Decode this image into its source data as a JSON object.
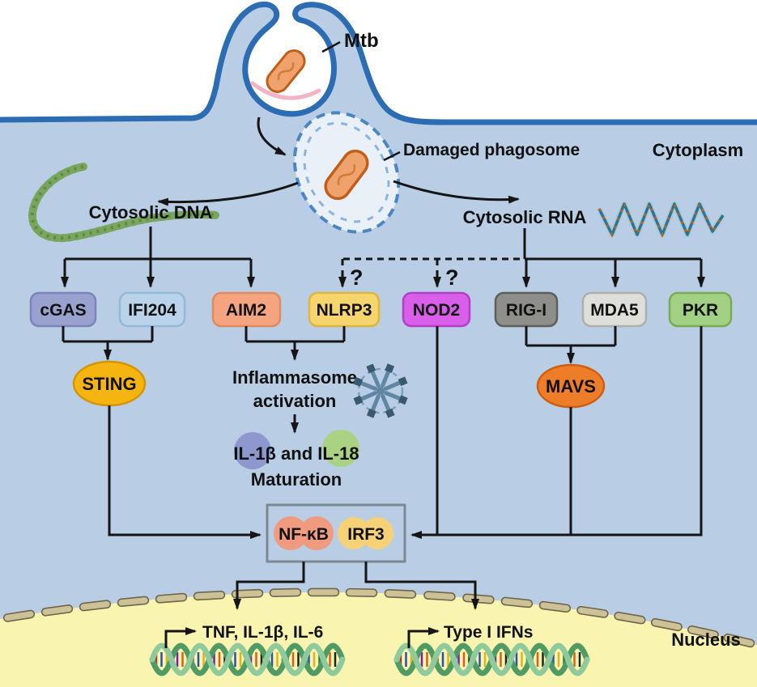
{
  "labels": {
    "mtb": "Mtb",
    "damaged_phagosome": "Damaged phagosome",
    "cytoplasm": "Cytoplasm",
    "cytosolic_dna": "Cytosolic DNA",
    "cytosolic_rna": "Cytosolic RNA",
    "nucleus": "Nucleus"
  },
  "sensors": [
    {
      "label": "cGAS",
      "fill": "#99a2ce",
      "border": "#7b84ba"
    },
    {
      "label": "IFI204",
      "fill": "#b9d4ea",
      "border": "#93b9d9"
    },
    {
      "label": "AIM2",
      "fill": "#f4a47f",
      "border": "#e08a60"
    },
    {
      "label": "NLRP3",
      "fill": "#f6d46e",
      "border": "#ddb63e"
    },
    {
      "label": "NOD2",
      "fill": "#d95ee9",
      "border": "#b53ec9"
    },
    {
      "label": "RIG-I",
      "fill": "#8e8e8a",
      "border": "#5e5e5a"
    },
    {
      "label": "MDA5",
      "fill": "#dededa",
      "border": "#b0b0a8"
    },
    {
      "label": "PKR",
      "fill": "#a3d183",
      "border": "#77ad55"
    }
  ],
  "adaptors": {
    "sting": "STING",
    "mavs": "MAVS"
  },
  "inflammasome": {
    "line1": "Inflammasome",
    "line2": "activation",
    "cytokines": "IL-1β and IL-18",
    "maturation": "Maturation"
  },
  "uncertain": {
    "symbol": "?"
  },
  "transcription_factors": {
    "nfkb": "NF-κB",
    "irf3": "IRF3"
  },
  "outputs": {
    "inflammatory": "TNF, IL-1β, IL-6",
    "interferon": "Type I IFNs"
  },
  "colors": {
    "cytoplasm": "#b9cde5",
    "membrane": "#2b6cb3",
    "nucleus_fill": "#f9f5b0",
    "nucleus_pore_fill": "#cdc198",
    "nucleus_pore_border": "#6f6549",
    "mtb_fill": "#efa26b",
    "mtb_border": "#c05f1b",
    "phagosome_ring": "#4a86c2",
    "sting_fill": "#f5b40f",
    "sting_border": "#d49604",
    "mavs_fill": "#ee7d2a",
    "mavs_border": "#cf5f10",
    "nfkb_fill": "#f09a80",
    "irf3_fill": "#f6d176",
    "il1b_circle": "#8e98cf",
    "il18_circle": "#a9d383",
    "question": "#cf1f1f",
    "dna_green": "#79a55f",
    "rna_teal": "#2d7492"
  }
}
